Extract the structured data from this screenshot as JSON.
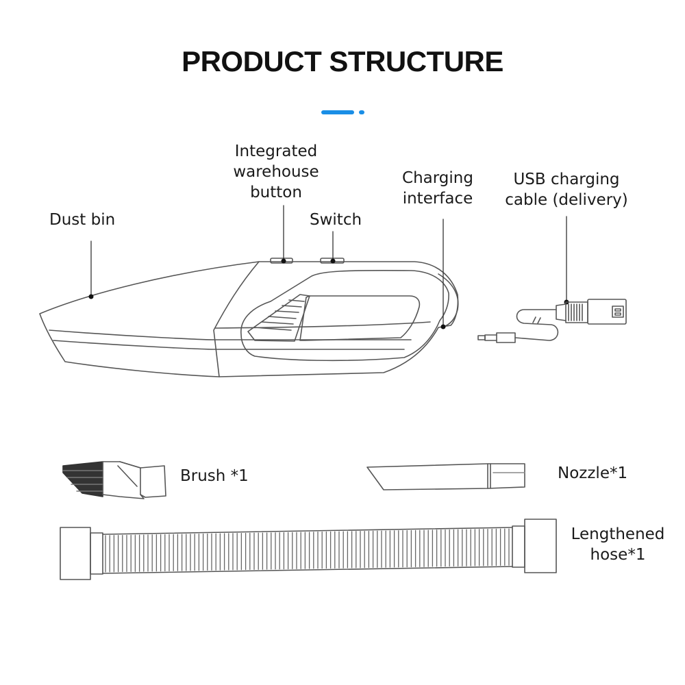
{
  "title": "PRODUCT STRUCTURE",
  "colors": {
    "accent": "#1a8ee6",
    "line": "#555555",
    "text": "#1a1a1a"
  },
  "labels": {
    "dust_bin": "Dust bin",
    "warehouse_line1": "Integrated",
    "warehouse_line2": "warehouse",
    "warehouse_line3": "button",
    "switch": "Switch",
    "charging_line1": "Charging",
    "charging_line2": "interface",
    "usb_line1": "USB charging",
    "usb_line2": "cable (delivery)",
    "brush": "Brush *1",
    "nozzle": "Nozzle*1",
    "hose_line1": "Lengthened",
    "hose_line2": "hose*1"
  }
}
